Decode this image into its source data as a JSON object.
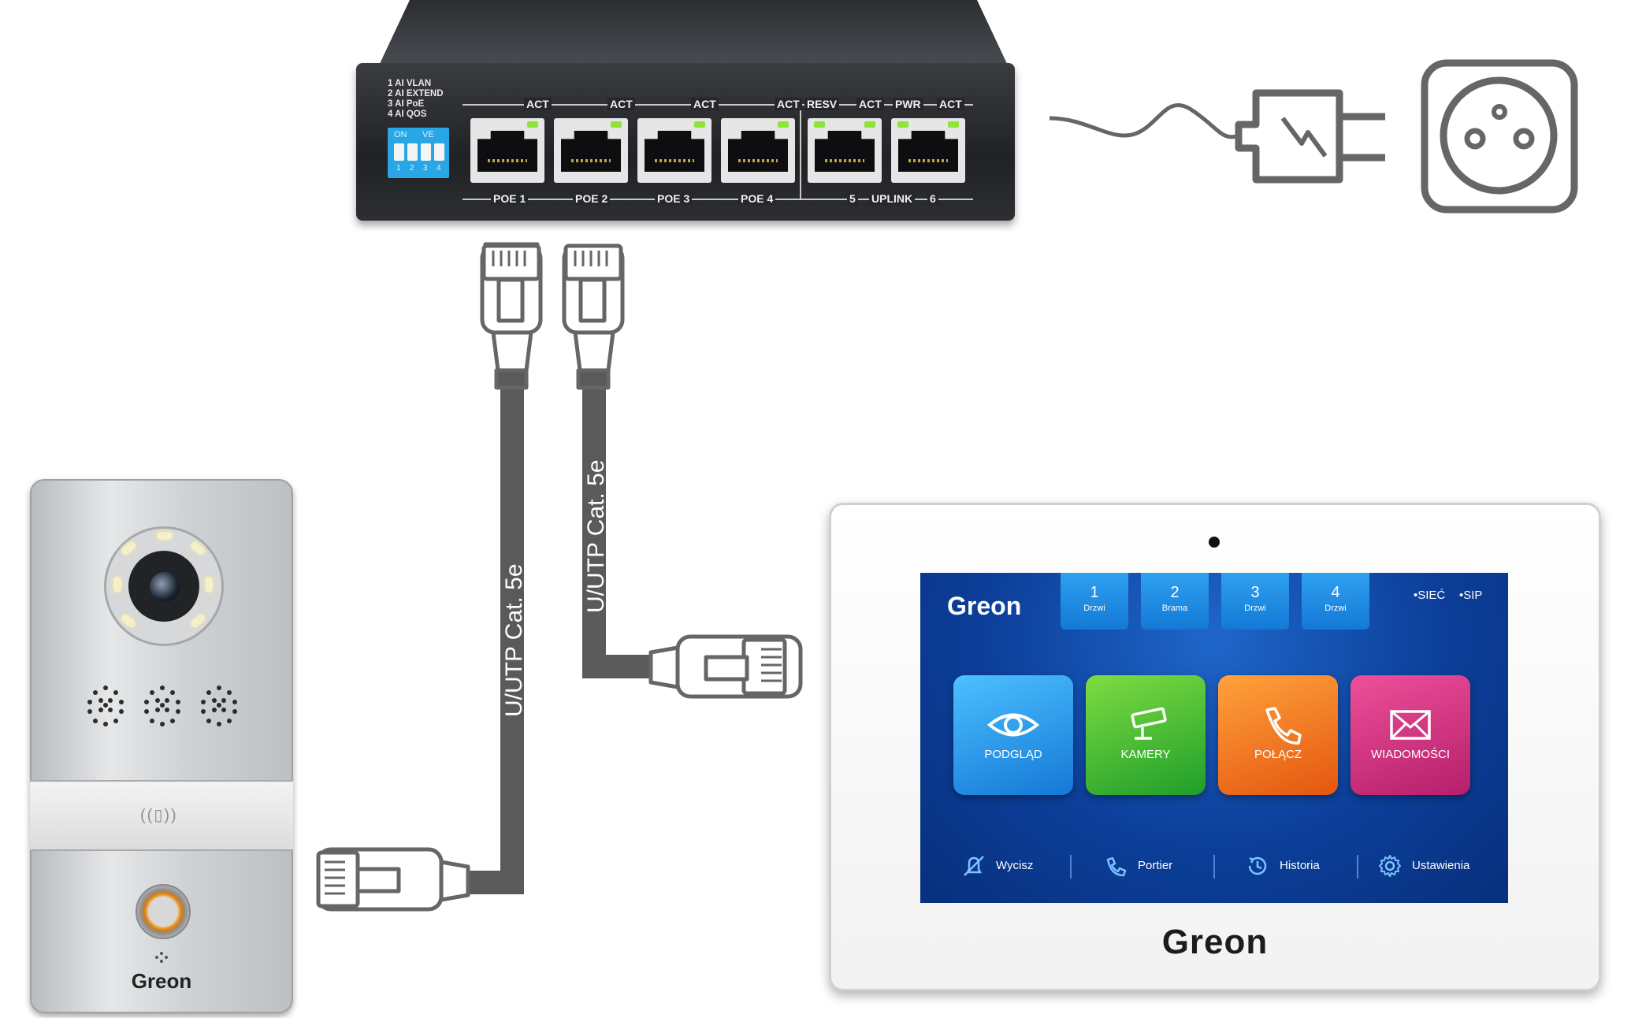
{
  "switch": {
    "legend": [
      "1 AI VLAN",
      "2 AI EXTEND",
      "3 AI PoE",
      "4 AI QOS"
    ],
    "dip_on": "ON",
    "dip_ve": "VE",
    "dip_numbers": [
      "1",
      "2",
      "3",
      "4"
    ],
    "top_labels": [
      "ACT",
      "ACT",
      "ACT",
      "ACT",
      "RESV",
      "ACT",
      "PWR",
      "ACT"
    ],
    "bottom_labels": [
      "POE 1",
      "POE 2",
      "POE 3",
      "POE 4",
      "5",
      "UPLINK",
      "6"
    ],
    "led_color": "#8fe33a"
  },
  "cables": {
    "left_label": "U/UTP Cat. 5e",
    "right_label": "U/UTP Cat. 5e",
    "color": "#5a5a5a"
  },
  "door_station": {
    "logo": "Greon"
  },
  "monitor": {
    "logo": "Greon",
    "screen": {
      "logo": "Greon",
      "tabs": [
        {
          "num": "1",
          "label": "Drzwi"
        },
        {
          "num": "2",
          "label": "Brama"
        },
        {
          "num": "3",
          "label": "Drzwi"
        },
        {
          "num": "4",
          "label": "Drzwi"
        }
      ],
      "status": [
        "•SIEĆ",
        "•SIP"
      ],
      "tiles": [
        {
          "label": "PODGLĄD",
          "icon": "eye-icon",
          "color": "#1e93e6"
        },
        {
          "label": "KAMERY",
          "icon": "camera-icon",
          "color": "#33b63a"
        },
        {
          "label": "POŁĄCZ",
          "icon": "phone-icon",
          "color": "#f07a1e"
        },
        {
          "label": "WIADOMOŚCI",
          "icon": "envelope-icon",
          "color": "#d12f7e"
        }
      ],
      "bottom": [
        {
          "label": "Wycisz",
          "icon": "bell-mute-icon"
        },
        {
          "label": "Portier",
          "icon": "concierge-phone-icon"
        },
        {
          "label": "Historia",
          "icon": "history-icon"
        },
        {
          "label": "Ustawienia",
          "icon": "gear-icon"
        }
      ]
    }
  }
}
